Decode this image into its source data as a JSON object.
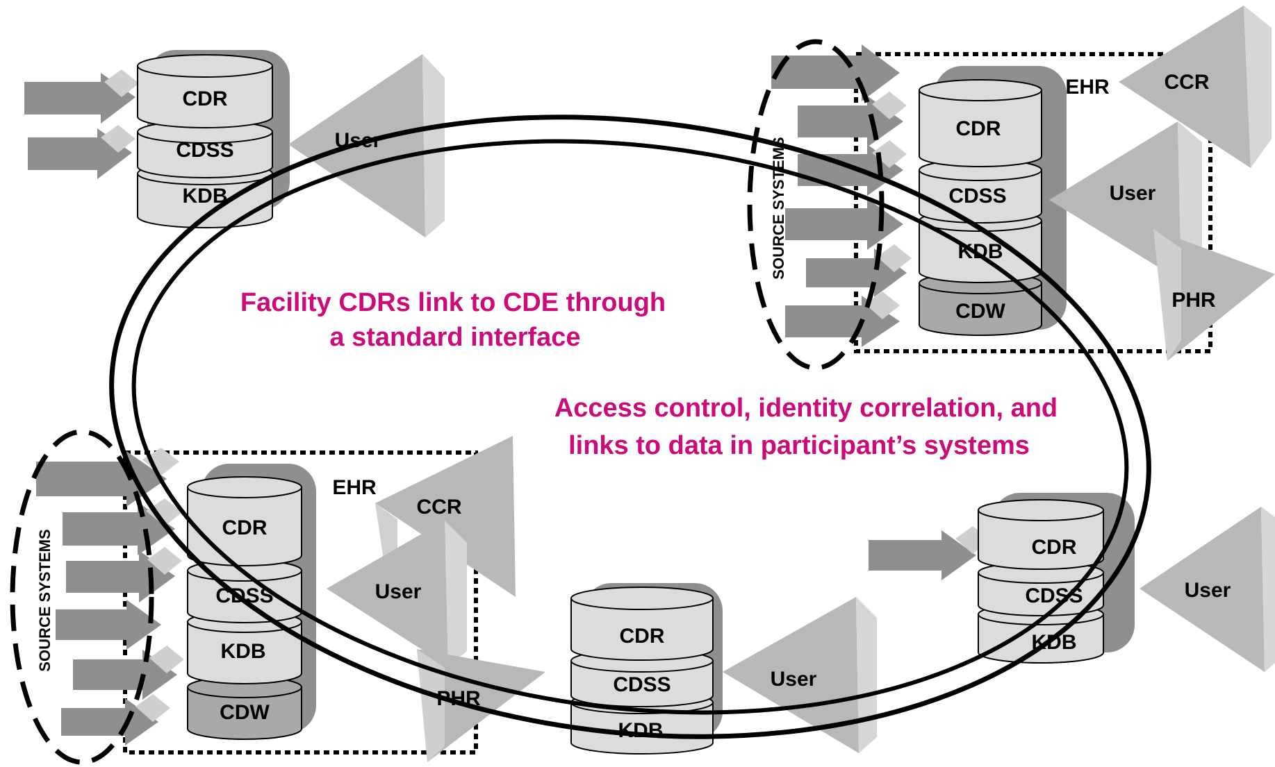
{
  "colors": {
    "message": "#cc0a78",
    "db_light": "#dcdcdc",
    "db_dark": "#a9a9a9",
    "db_shadow": "#8f8f8f",
    "cone": "#b8b8b8",
    "arrow": "#9a9a9a",
    "line": "#000000"
  },
  "messages": {
    "top": [
      "Facility CDRs link to CDE through",
      "a standard interface"
    ],
    "middle": [
      "Access control, identity correlation, and",
      "links to data in participant’s systems"
    ]
  },
  "labels": {
    "cdr": "CDR",
    "cdss": "CDSS",
    "kdb": "KDB",
    "cdw": "CDW",
    "user": "User",
    "ehr": "EHR",
    "ccr": "CCR",
    "phr": "PHR",
    "source_systems": "SOURCE SYSTEMS"
  }
}
